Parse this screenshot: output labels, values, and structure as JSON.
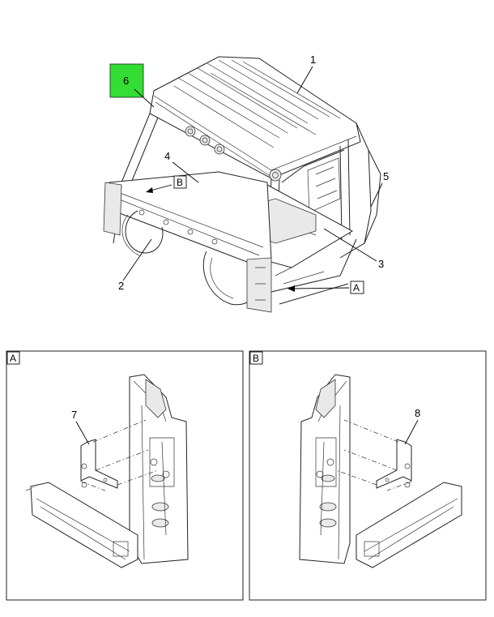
{
  "callouts": [
    "1",
    "2",
    "3",
    "4",
    "5",
    "6",
    "7",
    "8"
  ],
  "view_labels": {
    "a": "A",
    "b": "B"
  },
  "highlight_color": "#33dd33",
  "footer": {
    "doc_id": "",
    "ref": ""
  }
}
